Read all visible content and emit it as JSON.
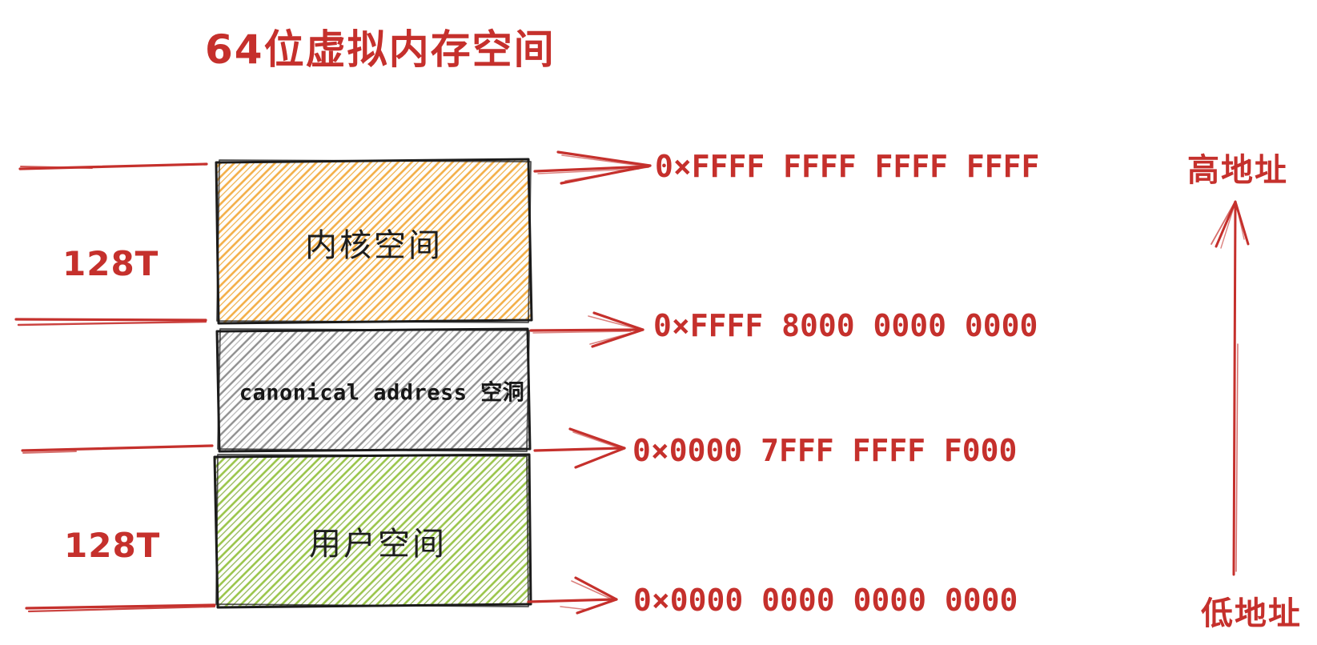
{
  "title": "64位虚拟内存空间",
  "boxes": {
    "kernel": {
      "label": "内核空间",
      "size": "128T"
    },
    "hole": {
      "label": "canonical address 空洞"
    },
    "user": {
      "label": "用户空间",
      "size": "128T"
    }
  },
  "size_labels": [
    "128T",
    "128T"
  ],
  "addresses": [
    "0×FFFF FFFF FFFF FFFF",
    "0×FFFF 8000 0000 0000",
    "0×0000 7FFF FFFF F000",
    "0×0000 0000 0000 0000"
  ],
  "axis": {
    "high": "高地址",
    "low": "低地址"
  },
  "colors": {
    "accent_red": "#c5302c",
    "kernel_hatch": "#f0a83c",
    "hole_hatch": "#8f8f8f",
    "user_hatch": "#8fbc3f",
    "outline": "#1b1b1b"
  }
}
